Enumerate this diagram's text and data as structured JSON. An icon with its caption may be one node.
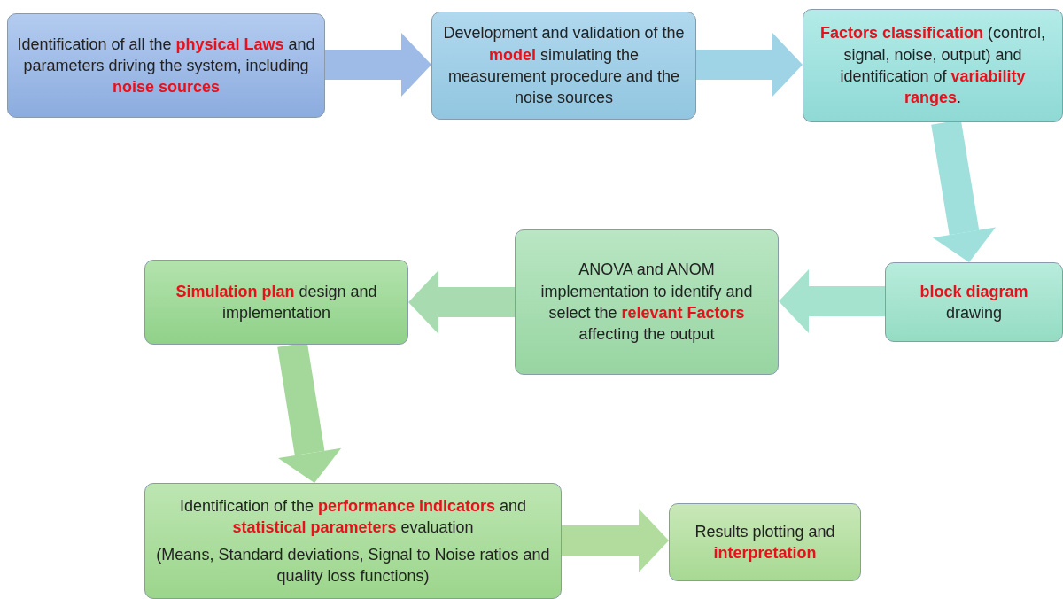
{
  "diagram": {
    "nodes": [
      {
        "text": [
          "Identification of all the **physical Laws** and parameters driving the system, including **noise sources**"
        ]
      },
      {
        "text": [
          "Development and validation of the **model** simulating the measurement procedure and the noise sources"
        ]
      },
      {
        "text": [
          "**Factors classification** (control, signal, noise, output) and identification of **variability ranges**."
        ]
      },
      {
        "text": [
          "**block diagram** drawing"
        ]
      },
      {
        "text": [
          "ANOVA and ANOM implementation to identify and select the **relevant Factors** affecting the output"
        ]
      },
      {
        "text": [
          "**Simulation plan** design and implementation"
        ]
      },
      {
        "text": [
          "Identification of the **performance indicators** and **statistical parameters** evaluation",
          "(Means, Standard deviations, Signal to Noise ratios and quality loss functions)"
        ]
      },
      {
        "text": [
          "Results plotting and **interpretation**"
        ]
      }
    ],
    "edges": [
      {
        "from": 0,
        "to": 1,
        "arrow": "to",
        "color": "#9dbbe6"
      },
      {
        "from": 1,
        "to": 2,
        "arrow": "to",
        "color": "#9fd3e6"
      },
      {
        "from": 2,
        "to": 3,
        "arrow": "to",
        "color": "#9fe0dc"
      },
      {
        "from": 3,
        "to": 4,
        "arrow": "to",
        "color": "#a6e3cf"
      },
      {
        "from": 4,
        "to": 5,
        "arrow": "to",
        "color": "#a8dcb0"
      },
      {
        "from": 5,
        "to": 6,
        "arrow": "to",
        "color": "#a3d89a"
      },
      {
        "from": 6,
        "to": 7,
        "arrow": "to",
        "color": "#b2dc9e"
      }
    ]
  }
}
